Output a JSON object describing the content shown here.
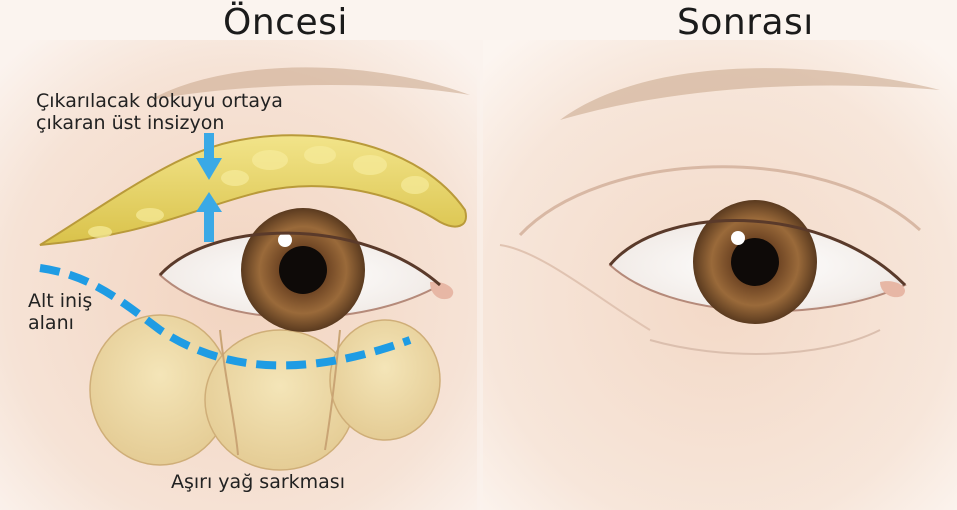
{
  "titles": {
    "before": "Öncesi",
    "after": "Sonrası"
  },
  "labels": {
    "incision_line1": "Çıkarılacak dokuyu ortaya",
    "incision_line2": "çıkaran üst insizyon",
    "lower_line1": "Alt iniş",
    "lower_line2": "alanı",
    "fat": "Aşırı yağ sarkması"
  },
  "colors": {
    "arrow": "#3aa9e6",
    "dashed_line": "#1f9ce4",
    "fat": "#e8d86a",
    "iris": "#8a5a30",
    "skin": "#f4dccb"
  }
}
